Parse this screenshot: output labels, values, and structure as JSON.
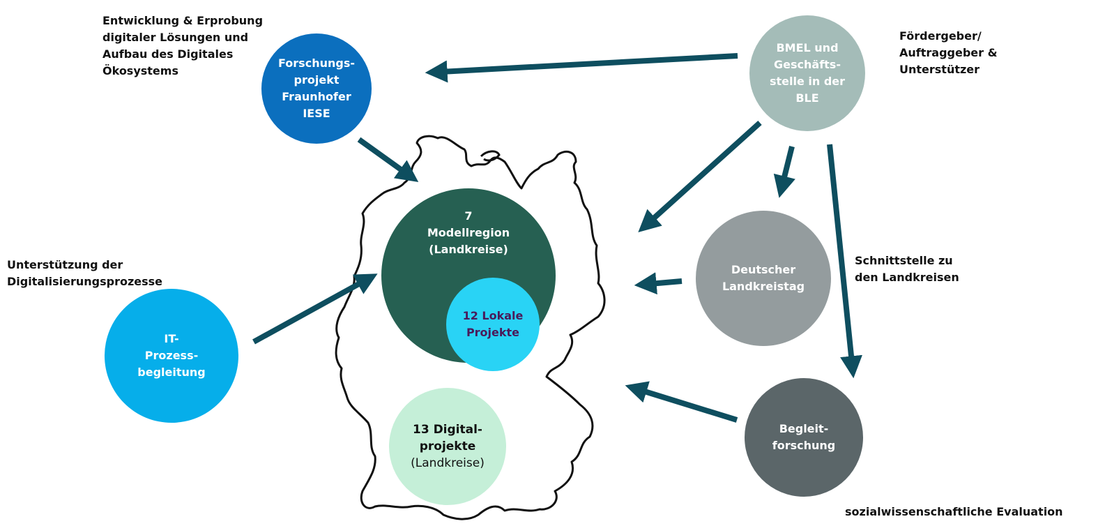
{
  "colors": {
    "arrow": "#0e4e5f",
    "outline": "#111111",
    "fraunhofer": "#0b6fbe",
    "bmel": "#a4bcb8",
    "modellregion": "#266052",
    "lokale": "#29d3f5",
    "it": "#06aeea",
    "digital": "#c5efd8",
    "landkreistag": "#949c9e",
    "begleit": "#5b6669"
  },
  "labels": {
    "top_left": "Entwicklung & Erprobung\ndigitaler Lösungen und\nAufbau des Digitales\nÖkosystems",
    "top_right": "Fördergeber/\nAuftraggeber &\nUnterstützer",
    "left": "Unterstützung der\nDigitalisierungsprozesse",
    "right": "Schnittstelle zu\nden Landkreisen",
    "bottom_right": "sozialwissenschaftliche Evaluation"
  },
  "nodes": {
    "fraunhofer": "Forschungs-\nprojekt\nFraunhofer\nIESE",
    "bmel": "BMEL und\nGeschäfts-\nstelle in der\nBLE",
    "modellregion": "7\nModellregion\n(Landkreise)",
    "lokale": "12 Lokale\nProjekte",
    "it": "IT-\nProzess-\nbegleitung",
    "digital_bold": "13 Digital-\nprojekte",
    "digital_plain": "(Landkreise)",
    "landkreistag": "Deutscher\nLandkreistag",
    "begleit": "Begleit-\nforschung"
  }
}
